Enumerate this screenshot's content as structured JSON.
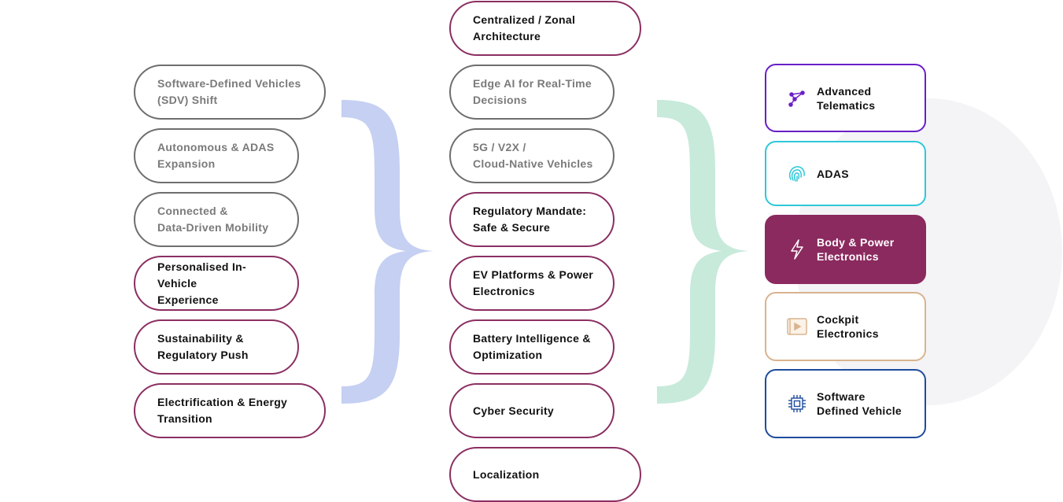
{
  "left_column": [
    {
      "label": "Software-Defined Vehicles\n(SDV) Shift",
      "style": "grey"
    },
    {
      "label": "Autonomous & ADAS\nExpansion",
      "style": "grey"
    },
    {
      "label": "Connected &\nData-Driven Mobility",
      "style": "grey"
    },
    {
      "label": "Personalised In-Vehicle\nExperience",
      "style": "plum"
    },
    {
      "label": "Sustainability &\nRegulatory Push",
      "style": "plum"
    },
    {
      "label": "Electrification & Energy\nTransition",
      "style": "plum"
    }
  ],
  "middle_column": [
    {
      "label": "Centralized / Zonal\nArchitecture",
      "style": "plum"
    },
    {
      "label": "Edge AI for Real-Time\nDecisions",
      "style": "grey"
    },
    {
      "label": "5G / V2X /\nCloud-Native Vehicles",
      "style": "grey"
    },
    {
      "label": "Regulatory Mandate:\nSafe & Secure",
      "style": "plum"
    },
    {
      "label": "EV Platforms & Power\nElectronics",
      "style": "plum"
    },
    {
      "label": "Battery Intelligence &\nOptimization",
      "style": "plum"
    },
    {
      "label": "Cyber Security",
      "style": "plum"
    },
    {
      "label": "Localization",
      "style": "plum"
    }
  ],
  "right_column": [
    {
      "label": "Advanced\nTelematics",
      "icon": "telematics-icon",
      "border": "#6a1fc7",
      "fill": "#ffffff",
      "text": "#111111"
    },
    {
      "label": "ADAS",
      "icon": "fingerprint-icon",
      "border": "#2ec8d8",
      "fill": "#ffffff",
      "text": "#111111"
    },
    {
      "label": "Body & Power\nElectronics",
      "icon": "lightning-icon",
      "border": "#8b2a5f",
      "fill": "#8b2a5f",
      "text": "#ffffff"
    },
    {
      "label": "Cockpit\nElectronics",
      "icon": "video-play-icon",
      "border": "#d9b48e",
      "fill": "#ffffff",
      "text": "#111111"
    },
    {
      "label": "Software\nDefined Vehicle",
      "icon": "chip-icon",
      "border": "#1f4c9c",
      "fill": "#ffffff",
      "text": "#111111"
    }
  ],
  "colors": {
    "brace_left": "#c5d0f2",
    "brace_right": "#c7eadb",
    "plum": "#8b2f62",
    "grey_border": "#6e6e6e",
    "grey_text": "#7a7a7a"
  }
}
